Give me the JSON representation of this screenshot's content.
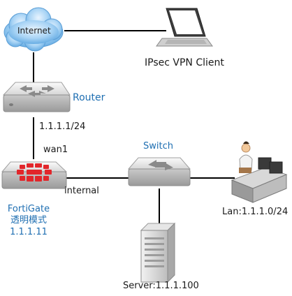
{
  "nodes": {
    "internet": {
      "label": "Internet"
    },
    "vpn_client": {
      "label": "IPsec VPN Client"
    },
    "router": {
      "label": "Router",
      "ip": "1.1.1.1/24"
    },
    "fortigate": {
      "port_wan": "wan1",
      "port_internal": "internal",
      "name": "FortiGate",
      "mode": "透明模式",
      "ip": "1.1.1.11"
    },
    "switch": {
      "label": "Switch"
    },
    "lan": {
      "label": "Lan:1.1.1.0/24"
    },
    "server": {
      "label": "Server:1.1.1.100"
    }
  },
  "colors": {
    "blue_label": "#1f6fb2",
    "fortigate_red": "#e2262b",
    "cloud_blue": "#8fc3ec",
    "link": "#000000"
  }
}
